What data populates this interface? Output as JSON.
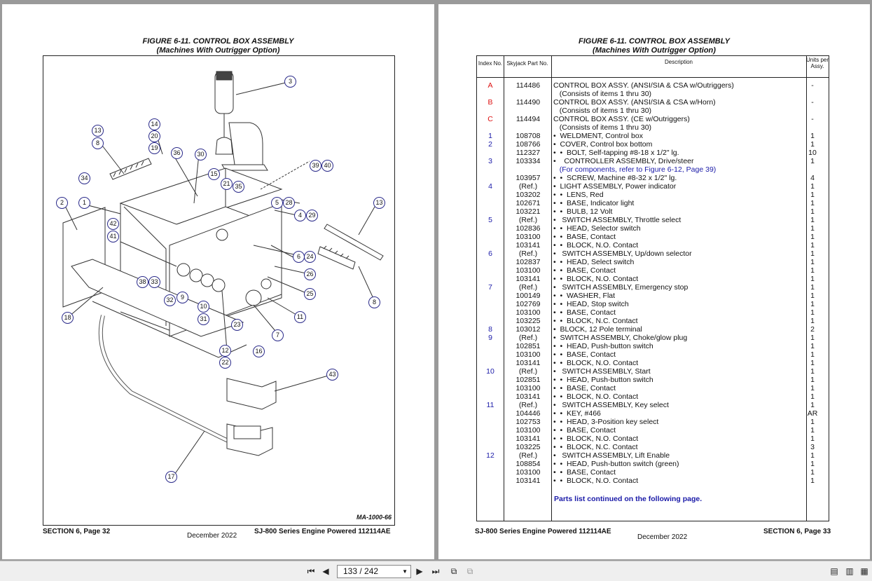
{
  "left_page": {
    "title_line1": "FIGURE 6-11.  CONTROL BOX ASSEMBLY",
    "title_line2": "(Machines With Outrigger Option)",
    "drawing_code": "MA-1000-66",
    "footer_left": "SECTION 6, Page 32",
    "footer_date": "December 2022",
    "footer_right": "SJ-800 Series Engine Powered 112114AE",
    "callouts": [
      "3",
      "14",
      "13",
      "20",
      "8",
      "19",
      "36",
      "30",
      "34",
      "15",
      "21",
      "35",
      "39",
      "40",
      "2",
      "1",
      "5",
      "28",
      "13",
      "4",
      "29",
      "42",
      "41",
      "6",
      "24",
      "26",
      "38",
      "33",
      "32",
      "9",
      "25",
      "8",
      "10",
      "31",
      "11",
      "18",
      "23",
      "7",
      "12",
      "16",
      "22",
      "43",
      "17"
    ]
  },
  "right_page": {
    "title_line1": "FIGURE 6-11.  CONTROL BOX ASSEMBLY",
    "title_line2": "(Machines With Outrigger Option)",
    "headers": {
      "index": "Index No.",
      "part": "Skyjack Part No.",
      "desc": "Description",
      "qty": "Units per Assy."
    },
    "rows": [
      {
        "i": "A",
        "p": "114486",
        "d": "CONTROL BOX ASSY. (ANSI/SIA & CSA w/Outriggers)",
        "q": "-"
      },
      {
        "i": "",
        "p": "",
        "d": "   (Consists of items 1 thru 30)",
        "q": ""
      },
      {
        "i": "B",
        "p": "114490",
        "d": "CONTROL BOX ASSY. (ANSI/SIA & CSA w/Horn)",
        "q": "-"
      },
      {
        "i": "",
        "p": "",
        "d": "   (Consists of items 1 thru 30)",
        "q": ""
      },
      {
        "i": "C",
        "p": "114494",
        "d": "CONTROL BOX ASSY. (CE w/Outriggers)",
        "q": "-"
      },
      {
        "i": "",
        "p": "",
        "d": "   (Consists of items 1 thru 30)",
        "q": ""
      },
      {
        "i": "1",
        "p": "108708",
        "d": "•  WELDMENT, Control box",
        "q": "1"
      },
      {
        "i": "2",
        "p": "108766",
        "d": "•  COVER, Control box bottom",
        "q": "1"
      },
      {
        "i": "",
        "p": "112327",
        "d": "•  •  BOLT, Self-tapping #8-18 x 1/2\" lg.",
        "q": "10"
      },
      {
        "i": "3",
        "p": "103334",
        "d": "•    CONTROLLER ASSEMBLY, Drive/steer",
        "q": "1"
      },
      {
        "i": "",
        "p": "",
        "d": "   (For components, refer to Figure 6-12, Page 39)",
        "q": ""
      },
      {
        "i": "",
        "p": "103957",
        "d": "•  •  SCREW, Machine #8-32 x 1/2\" lg.",
        "q": "4"
      },
      {
        "i": "4",
        "p": "(Ref.)",
        "d": "•  LIGHT ASSEMBLY, Power indicator",
        "q": "1"
      },
      {
        "i": "",
        "p": "103202",
        "d": "•  •  LENS, Red",
        "q": "1"
      },
      {
        "i": "",
        "p": "102671",
        "d": "•  •  BASE, Indicator light",
        "q": "1"
      },
      {
        "i": "",
        "p": "103221",
        "d": "•  •  BULB, 12 Volt",
        "q": "1"
      },
      {
        "i": "5",
        "p": "(Ref.)",
        "d": "•   SWITCH ASSEMBLY, Throttle select",
        "q": "1"
      },
      {
        "i": "",
        "p": "102836",
        "d": "•  •  HEAD, Selector switch",
        "q": "1"
      },
      {
        "i": "",
        "p": "103100",
        "d": "•  •  BASE, Contact",
        "q": "1"
      },
      {
        "i": "",
        "p": "103141",
        "d": "•  •  BLOCK, N.O. Contact",
        "q": "1"
      },
      {
        "i": "6",
        "p": "(Ref.)",
        "d": "•   SWITCH ASSEMBLY, Up/down selector",
        "q": "1"
      },
      {
        "i": "",
        "p": "102837",
        "d": "•  •  HEAD, Select switch",
        "q": "1"
      },
      {
        "i": "",
        "p": "103100",
        "d": "•  •  BASE, Contact",
        "q": "1"
      },
      {
        "i": "",
        "p": "103141",
        "d": "•  •  BLOCK, N.O. Contact",
        "q": "1"
      },
      {
        "i": "7",
        "p": "(Ref.)",
        "d": "•   SWITCH ASSEMBLY, Emergency stop",
        "q": "1"
      },
      {
        "i": "",
        "p": "100149",
        "d": "•  •  WASHER, Flat",
        "q": "1"
      },
      {
        "i": "",
        "p": "102769",
        "d": "•  •  HEAD, Stop switch",
        "q": "1"
      },
      {
        "i": "",
        "p": "103100",
        "d": "•  •  BASE, Contact",
        "q": "1"
      },
      {
        "i": "",
        "p": "103225",
        "d": "•  •  BLOCK, N.C. Contact",
        "q": "1"
      },
      {
        "i": "8",
        "p": "103012",
        "d": "•  BLOCK, 12 Pole terminal",
        "q": "2"
      },
      {
        "i": "9",
        "p": "(Ref.)",
        "d": "•  SWITCH ASSEMBLY, Choke/glow plug",
        "q": "1"
      },
      {
        "i": "",
        "p": "102851",
        "d": "•  •  HEAD, Push-button switch",
        "q": "1"
      },
      {
        "i": "",
        "p": "103100",
        "d": "•  •  BASE, Contact",
        "q": "1"
      },
      {
        "i": "",
        "p": "103141",
        "d": "•  •  BLOCK, N.O. Contact",
        "q": "1"
      },
      {
        "i": "10",
        "p": "(Ref.)",
        "d": "•   SWITCH ASSEMBLY, Start",
        "q": "1"
      },
      {
        "i": "",
        "p": "102851",
        "d": "•  •  HEAD, Push-button switch",
        "q": "1"
      },
      {
        "i": "",
        "p": "103100",
        "d": "•  •  BASE, Contact",
        "q": "1"
      },
      {
        "i": "",
        "p": "103141",
        "d": "•  •  BLOCK, N.O. Contact",
        "q": "1"
      },
      {
        "i": "11",
        "p": "(Ref.)",
        "d": "•   SWITCH ASSEMBLY, Key select",
        "q": "1"
      },
      {
        "i": "",
        "p": "104446",
        "d": "•  •  KEY, #466",
        "q": "AR"
      },
      {
        "i": "",
        "p": "102753",
        "d": "•  •  HEAD, 3-Position key select",
        "q": "1"
      },
      {
        "i": "",
        "p": "103100",
        "d": "•  •  BASE, Contact",
        "q": "1"
      },
      {
        "i": "",
        "p": "103141",
        "d": "•  •  BLOCK, N.O. Contact",
        "q": "1"
      },
      {
        "i": "",
        "p": "103225",
        "d": "•  •  BLOCK, N.C. Contact",
        "q": "3"
      },
      {
        "i": "12",
        "p": "(Ref.)",
        "d": "•   SWITCH ASSEMBLY, Lift Enable",
        "q": "1"
      },
      {
        "i": "",
        "p": "108854",
        "d": "•  •  HEAD, Push-button switch (green)",
        "q": "1"
      },
      {
        "i": "",
        "p": "103100",
        "d": "•  •  BASE, Contact",
        "q": "1"
      },
      {
        "i": "",
        "p": "103141",
        "d": "•  •  BLOCK, N.O. Contact",
        "q": "1"
      }
    ],
    "continued": "Parts list continued on the following page.",
    "footer_left": "SJ-800 Series Engine Powered 112114AE",
    "footer_date": "December 2022",
    "footer_right": "SECTION 6, Page 33"
  },
  "toolbar": {
    "page_indicator": "133 / 242",
    "first_icon": "first-page-icon",
    "prev_icon": "prev-page-icon",
    "next_icon": "next-page-icon",
    "last_icon": "last-page-icon",
    "view_icons": [
      "single-page-icon",
      "continuous-icon",
      "facing-icon",
      "facing-continuous-icon"
    ]
  }
}
